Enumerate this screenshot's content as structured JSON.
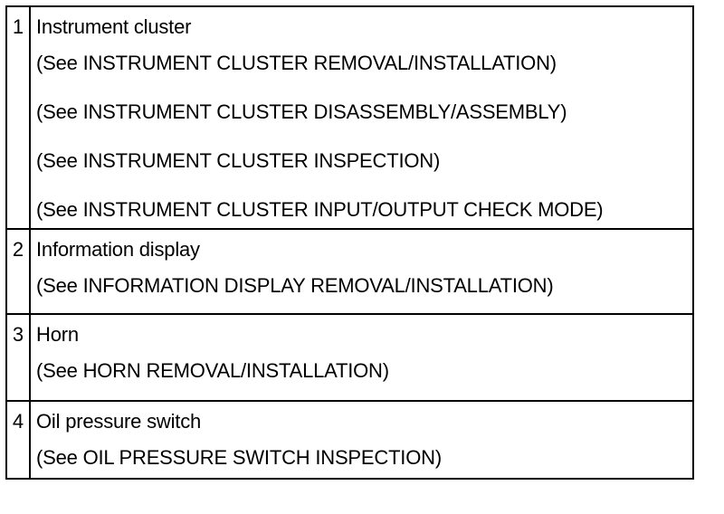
{
  "rows": [
    {
      "number": "1",
      "title": "Instrument cluster",
      "refs": [
        "(See INSTRUMENT CLUSTER REMOVAL/INSTALLATION)",
        "(See INSTRUMENT CLUSTER DISASSEMBLY/ASSEMBLY)",
        "(See INSTRUMENT CLUSTER INSPECTION)",
        "(See INSTRUMENT CLUSTER INPUT/OUTPUT CHECK MODE)"
      ]
    },
    {
      "number": "2",
      "title": "Information display",
      "refs": [
        "(See INFORMATION DISPLAY REMOVAL/INSTALLATION)"
      ]
    },
    {
      "number": "3",
      "title": "Horn",
      "refs": [
        "(See HORN REMOVAL/INSTALLATION)"
      ]
    },
    {
      "number": "4",
      "title": "Oil pressure switch",
      "refs": [
        "(See OIL PRESSURE SWITCH INSPECTION)"
      ]
    }
  ]
}
